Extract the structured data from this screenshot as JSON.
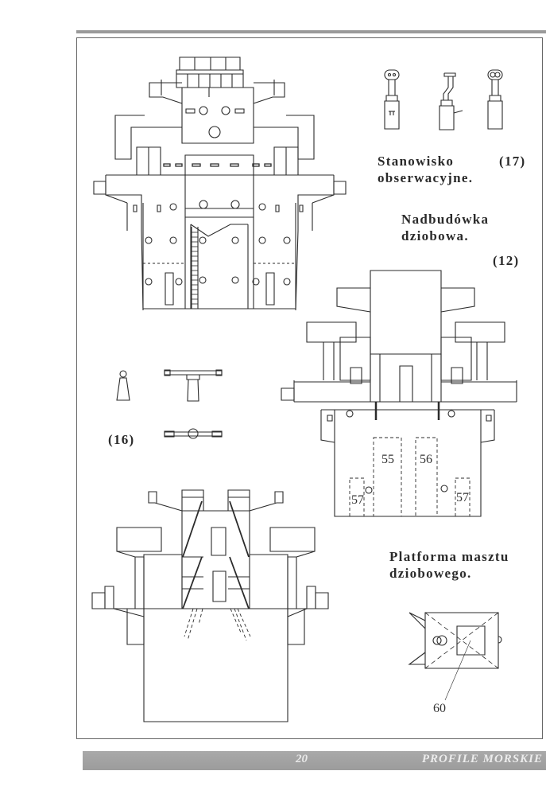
{
  "page": {
    "page_number": "20",
    "publication": "PROFILE MORSKIE"
  },
  "captions": {
    "observation_post": {
      "line1": "Stanowisko",
      "line2": "obserwacyjne.",
      "ref": "(17)"
    },
    "bow_superstructure": {
      "line1": "Nadbudówka",
      "line2": "dziobowa.",
      "ref": "(12)"
    },
    "searchlight_ref": "(16)",
    "mast_platform": {
      "line1": "Platforma masztu",
      "line2": "dziobowego."
    }
  },
  "part_numbers": {
    "p55": "55",
    "p56": "56",
    "p57_left": "57",
    "p57_right": "57",
    "p60": "60"
  },
  "colors": {
    "line": "#2b2b2b",
    "footer_bar": "#a3a3a3",
    "rule": "#9a9a9a"
  }
}
